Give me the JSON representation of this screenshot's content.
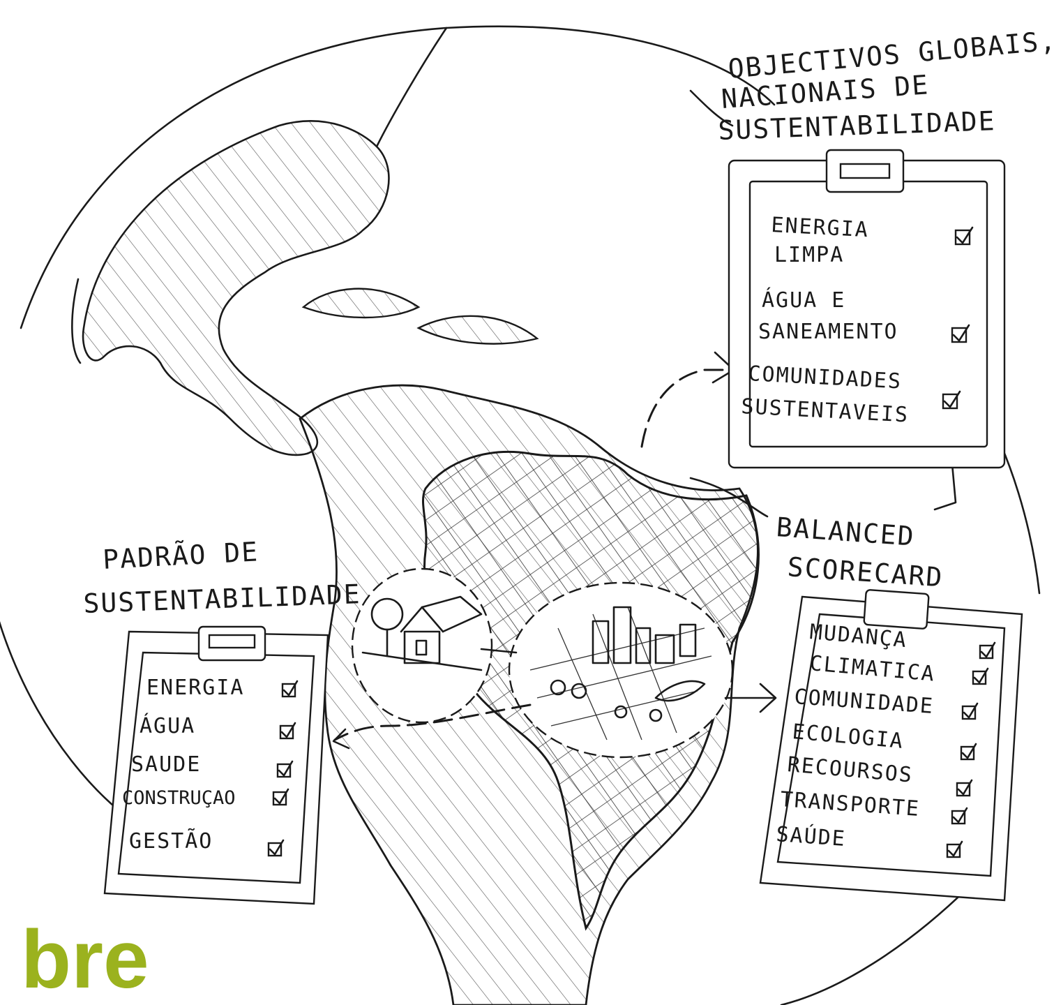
{
  "global_goals": {
    "title_lines": [
      "OBJECTIVOS GLOBAIS,",
      "NACIONAIS DE",
      "SUSTENTABILIDADE"
    ],
    "items": [
      "ENERGIA",
      "LIMPA",
      "ÁGUA E",
      "SANEAMENTO",
      "COMUNIDADES",
      "SUSTENTAVEIS"
    ]
  },
  "scorecard": {
    "title_lines": [
      "BALANCED",
      "SCORECARD"
    ],
    "items": [
      "MUDANÇA",
      "CLIMATICA",
      "COMUNIDADE",
      "ECOLOGIA",
      "RECOURSOS",
      "TRANSPORTE",
      "SAÚDE"
    ]
  },
  "standard": {
    "title_lines": [
      "PADRÃO DE",
      "SUSTENTABILIDADE"
    ],
    "items": [
      "ENERGIA",
      "ÁGUA",
      "SAUDE",
      "CONSTRUÇAO",
      "GESTÃO"
    ]
  },
  "logo": {
    "text": "bre",
    "color": "#9bb21e"
  }
}
